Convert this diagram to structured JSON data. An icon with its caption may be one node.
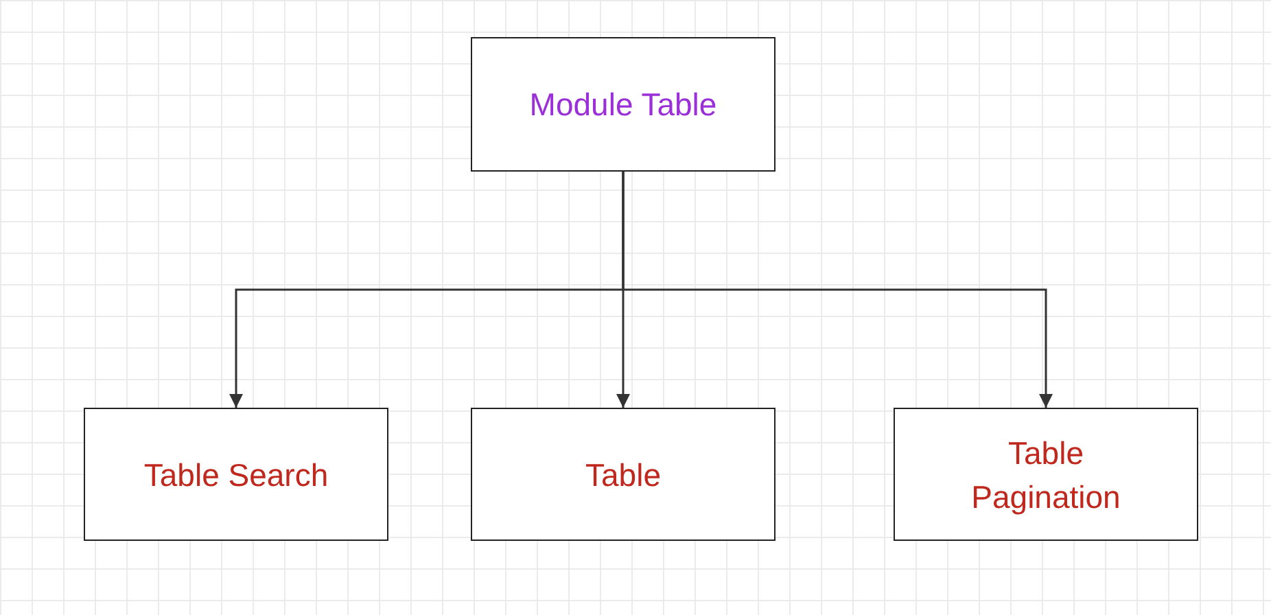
{
  "diagram": {
    "nodes": [
      {
        "text": [
          "Module Table"
        ]
      },
      {
        "text": [
          "Table Search"
        ]
      },
      {
        "text": [
          "Table"
        ]
      },
      {
        "text": [
          "Table Pagination"
        ]
      }
    ],
    "edges": [
      {
        "from": 0,
        "to": 1,
        "arrow": "to"
      },
      {
        "from": 0,
        "to": 2,
        "arrow": "to"
      },
      {
        "from": 0,
        "to": 3,
        "arrow": "to"
      }
    ]
  }
}
